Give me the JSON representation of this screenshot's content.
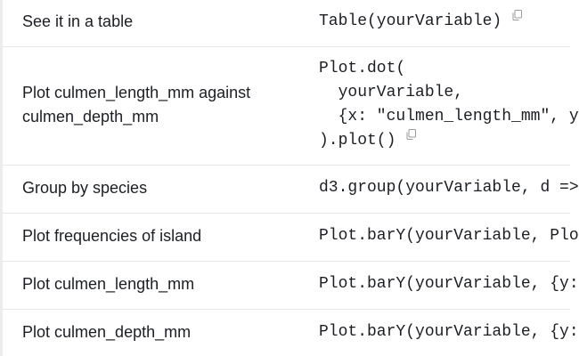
{
  "rows": [
    {
      "label_lines": [
        "See it in a table"
      ],
      "code_lines": [
        "Table(yourVariable)"
      ],
      "copy_icon": true
    },
    {
      "label_lines": [
        "Plot culmen_length_mm against",
        "culmen_depth_mm"
      ],
      "code_lines": [
        "Plot.dot(",
        "  yourVariable,",
        "  {x: \"culmen_length_mm\", y",
        ").plot()"
      ],
      "copy_icon": true
    },
    {
      "label_lines": [
        "Group by species"
      ],
      "code_lines": [
        "d3.group(yourVariable, d =>"
      ],
      "copy_icon": false
    },
    {
      "label_lines": [
        "Plot frequencies of island"
      ],
      "code_lines": [
        "Plot.barY(yourVariable, Plo"
      ],
      "copy_icon": false
    },
    {
      "label_lines": [
        "Plot culmen_length_mm"
      ],
      "code_lines": [
        "Plot.barY(yourVariable, {y:"
      ],
      "copy_icon": false
    },
    {
      "label_lines": [
        "Plot culmen_depth_mm"
      ],
      "code_lines": [
        "Plot.barY(yourVariable, {y:"
      ],
      "copy_icon": false
    }
  ],
  "icons": {
    "copy": "copy-icon"
  },
  "colors": {
    "text": "#1b1e23",
    "divider": "#e6e6e6",
    "icon": "#9a9a9a"
  }
}
